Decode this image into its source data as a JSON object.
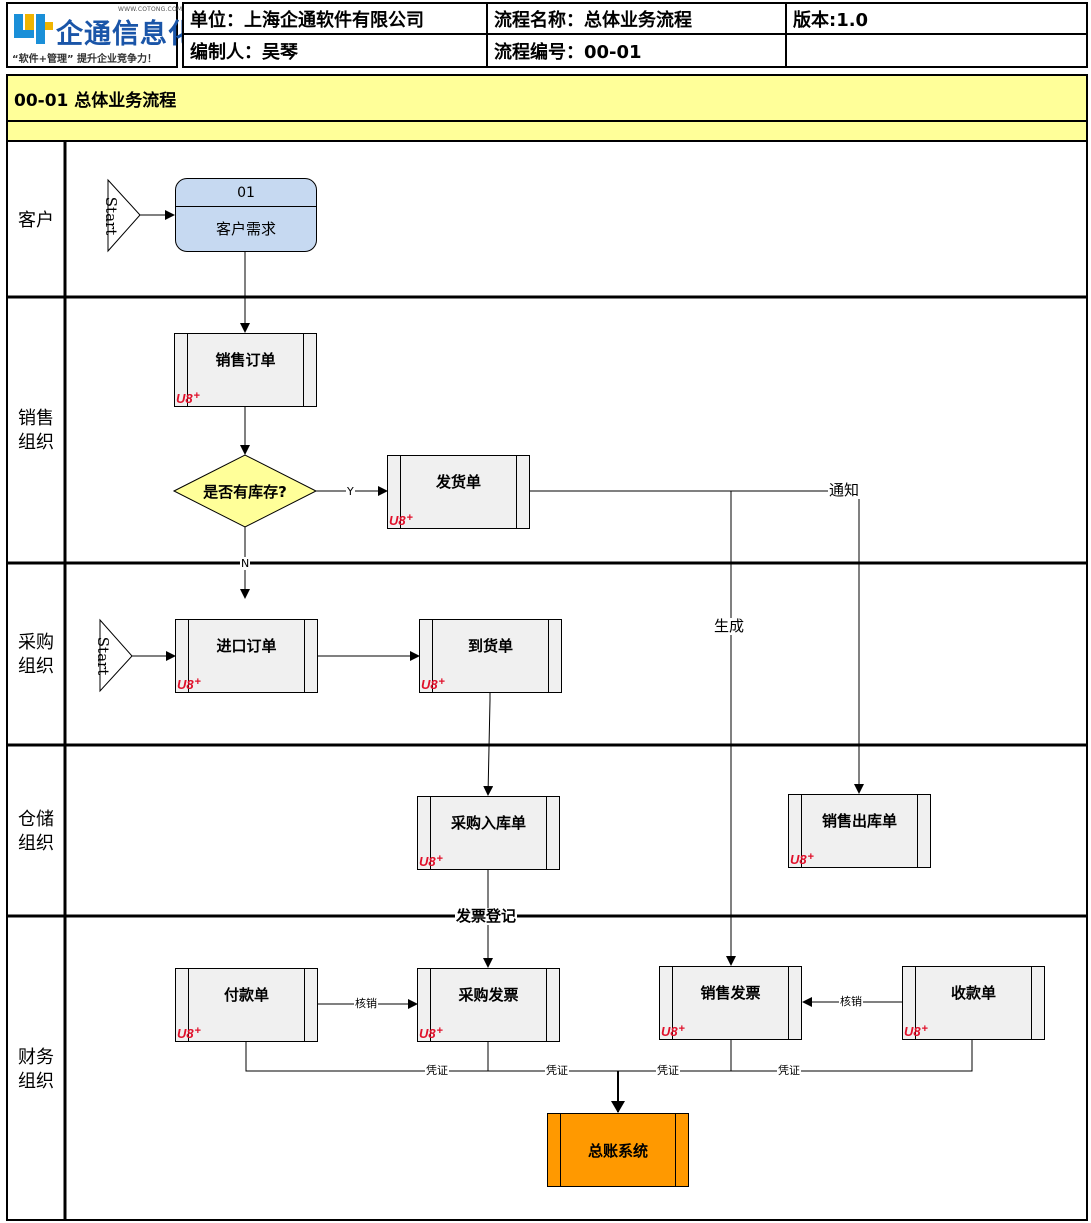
{
  "header": {
    "logo_url": "WWW.COTONG.COM",
    "logo_name": "企通信息化",
    "logo_slogan": "“软件+管理” 提升企业竞争力！",
    "unit": "单位：上海企通软件有限公司",
    "process_name": "流程名称：总体业务流程",
    "version": "版本:1.0",
    "author": "编制人：吴琴",
    "process_code": "流程编号：00-01"
  },
  "title": "00-01 总体业务流程",
  "lanes": [
    "客户",
    "销售组织",
    "采购组织",
    "仓储组织",
    "财务组织"
  ],
  "nodes": {
    "start_customer": "Start",
    "start_purchase": "Start",
    "customer_need_num": "01",
    "customer_need": "客户需求",
    "sales_order": "销售订单",
    "decision": "是否有库存?",
    "delivery_note": "发货单",
    "import_order": "进口订单",
    "arrival_note": "到货单",
    "purchase_inbound": "采购入库单",
    "sales_outbound": "销售出库单",
    "payment": "付款单",
    "purchase_invoice": "采购发票",
    "sales_invoice": "销售发票",
    "receipt": "收款单",
    "general_ledger": "总账系统",
    "u8": "U8"
  },
  "edges": {
    "yes": "Y",
    "no": "N",
    "notify": "通知",
    "generate": "生成",
    "invoice_register": "发票登记",
    "verify_left": "核销",
    "verify_right": "核销",
    "voucher_1": "凭证",
    "voucher_2": "凭证",
    "voucher_3": "凭证",
    "voucher_4": "凭证"
  },
  "colors": {
    "title_bar": "#ffff99",
    "customer_need_fill": "#c6d9f1",
    "decision_fill": "#ffff99",
    "document_fill": "#f0f0f0",
    "general_ledger_fill": "#ff9900",
    "u8_badge": "#e0102a",
    "logo_blue": "#1a55a8"
  }
}
